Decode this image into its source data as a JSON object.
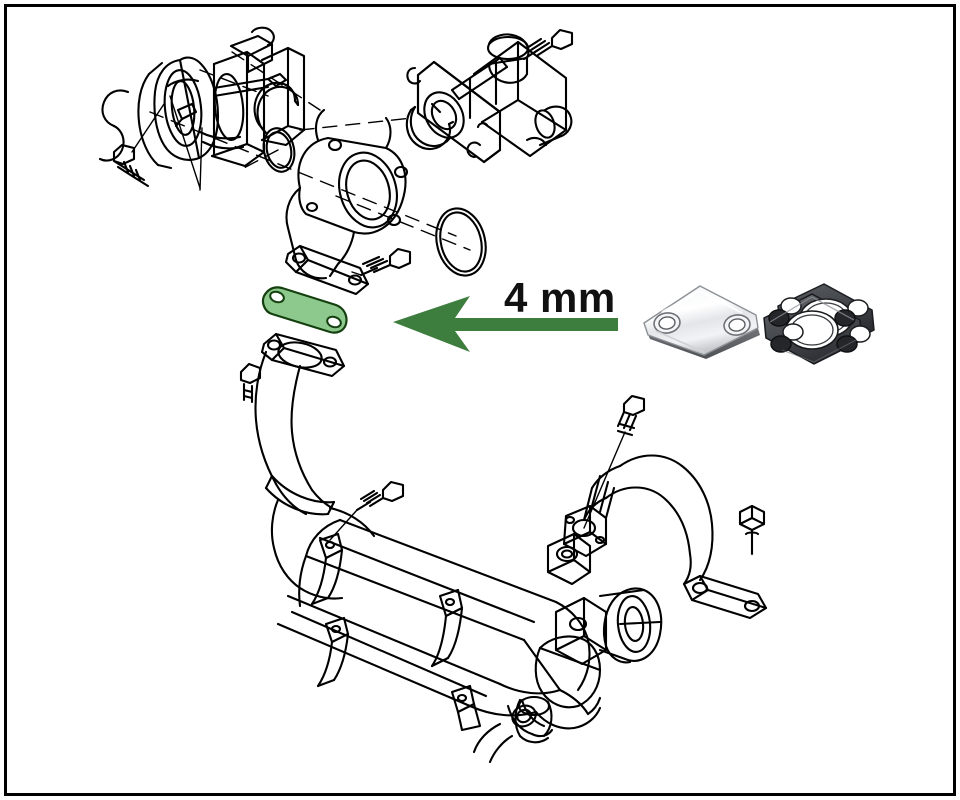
{
  "figure": {
    "title": "EGR system exploded view with 4 mm blanking plate",
    "border_color": "#000000",
    "background_color": "#ffffff",
    "line_color": "#000000"
  },
  "annotation": {
    "label": "4 mm",
    "arrow_name": "green-left-arrow",
    "arrow_color": "#3d7d3d",
    "arrow_direction": "left",
    "points_to": "egr-gasket-highlight"
  },
  "highlight": {
    "name": "egr-gasket-highlight",
    "fill_color": "#8dc98d",
    "stroke_color": "#1b4f1b",
    "shape": "diamond-gasket-two-holes"
  },
  "parts": {
    "line_art": [
      {
        "id": "throttle-body-assembly",
        "label": "throttle body assembly"
      },
      {
        "id": "egr-valve-actuator",
        "label": "EGR valve actuator"
      },
      {
        "id": "o-ring-seal-large",
        "label": "O-ring seal"
      },
      {
        "id": "o-ring-seal-small",
        "label": "O-ring seal"
      },
      {
        "id": "retaining-clip-left",
        "label": "retaining clip"
      },
      {
        "id": "retaining-clip-right",
        "label": "retaining clip"
      },
      {
        "id": "elbow-flange-pipe",
        "label": "elbow flange pipe"
      },
      {
        "id": "egr-gasket-highlight",
        "label": "EGR gasket / blanking position"
      },
      {
        "id": "lower-flange",
        "label": "lower pipe flange"
      },
      {
        "id": "egr-cooler-body",
        "label": "EGR cooler body"
      },
      {
        "id": "return-pipe",
        "label": "EGR return pipe"
      },
      {
        "id": "egr-valve-lower",
        "label": "lower EGR valve"
      },
      {
        "id": "bolt-upper-left",
        "label": "bolt"
      },
      {
        "id": "bolt-mid",
        "label": "bolt"
      },
      {
        "id": "bolt-cooler",
        "label": "bolt"
      },
      {
        "id": "bolt-return-pipe",
        "label": "bolt"
      },
      {
        "id": "nut-flange",
        "label": "flange nut"
      },
      {
        "id": "nut-lower-left",
        "label": "flange nut"
      },
      {
        "id": "stud-lower-left",
        "label": "stud"
      }
    ],
    "photos": [
      {
        "id": "steel-blanking-plate",
        "label": "steel blanking plate",
        "face_color": "#e9eaec",
        "edge_color": "#6f7377"
      },
      {
        "id": "dark-gasket-pair",
        "label": "gasket pair",
        "face_color": "#5a5d62",
        "edge_color": "#2b2d30"
      }
    ]
  }
}
